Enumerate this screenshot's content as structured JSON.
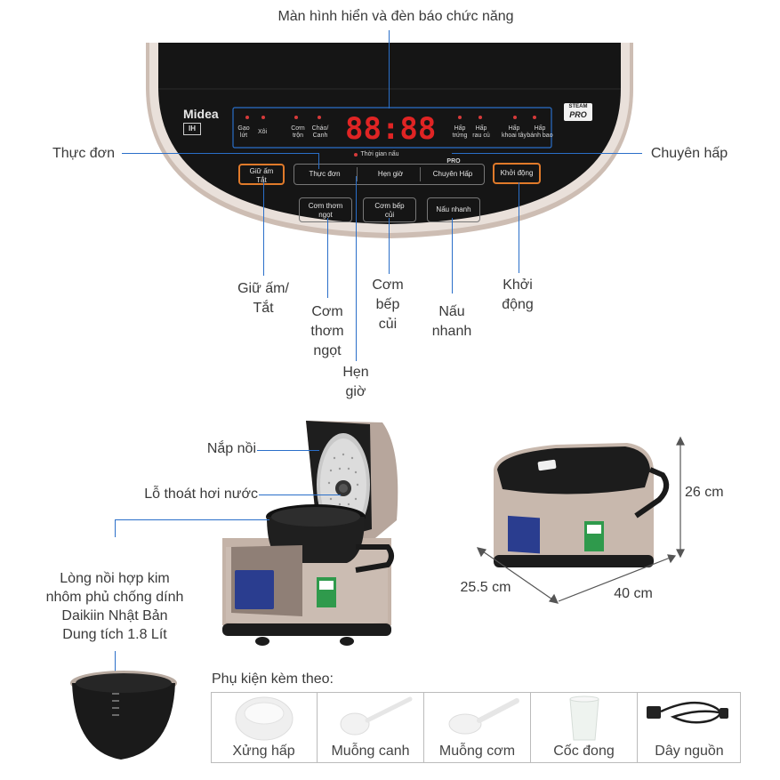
{
  "callouts": {
    "display": "Màn hình hiển và đèn báo chức năng",
    "menu": "Thực đơn",
    "steam": "Chuyên hấp",
    "keep_warm": [
      "Giữ ấm/",
      "Tắt"
    ],
    "sweet_rice": [
      "Cơm",
      "thơm",
      "ngọt"
    ],
    "timer": [
      "Hẹn",
      "giờ"
    ],
    "wood_rice": [
      "Cơm",
      "bếp",
      "củi"
    ],
    "quick_cook": [
      "Nấu",
      "nhanh"
    ],
    "start": [
      "Khởi",
      "động"
    ]
  },
  "panel": {
    "brand": "Midea",
    "ih_badge": "IH",
    "steam_pro_top": "STEAM",
    "steam_pro_bottom": "PRO",
    "display_value": "88:88",
    "timer_indicator": "Thời gian nấu",
    "indicators": {
      "brown_rice": [
        "Gạo",
        "lứt"
      ],
      "sticky": "Xôi",
      "mixed": [
        "Cơm",
        "trộn"
      ],
      "porridge": [
        "Cháo/",
        "Canh"
      ],
      "steam_egg": [
        "Hấp",
        "trứng"
      ],
      "steam_veg": [
        "Hấp",
        "rau củ"
      ],
      "steam_potato": [
        "Hấp",
        "khoai tây"
      ],
      "steam_bun": [
        "Hấp",
        "bánh bao"
      ]
    },
    "buttons": {
      "keep_warm": [
        "Giữ ấm",
        "Tắt"
      ],
      "menu": "Thực đơn",
      "timer": "Hẹn giờ",
      "steam": "Chuyên Hấp",
      "start": "Khởi động",
      "sweet_rice": [
        "Cơm thơm",
        "ngọt"
      ],
      "wood_rice": [
        "Cơm bếp",
        "củi"
      ],
      "quick_cook": "Nấu nhanh"
    },
    "pro_mark": "PRO"
  },
  "parts": {
    "lid": "Nắp nồi",
    "vent": "Lỗ thoát hơi nước",
    "inner_pot": [
      "Lòng nồi hợp kim",
      "nhôm phủ chống dính",
      "Daikiin Nhật Bản",
      "Dung tích 1.8 Lít"
    ]
  },
  "dimensions": {
    "height": "26 cm",
    "depth": "25.5 cm",
    "width": "40 cm"
  },
  "accessories": {
    "heading": "Phụ kiện kèm theo:",
    "items": [
      "Xửng hấp",
      "Muỗng canh",
      "Muỗng cơm",
      "Cốc đong",
      "Dây nguồn"
    ]
  },
  "colors": {
    "callout_line": "#2a6fc9",
    "panel": "#141414",
    "bezel": "#c9b7ad",
    "led": "#e02424",
    "orange_ring": "#e07a2a"
  }
}
